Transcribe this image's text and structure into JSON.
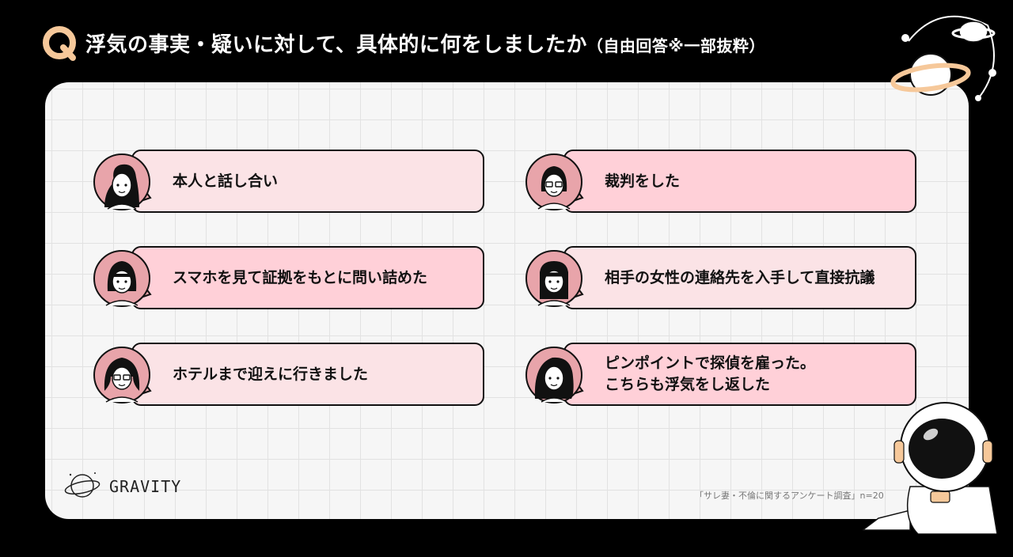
{
  "header": {
    "badge": "Q",
    "title": "浮気の事実・疑いに対して、具体的に何をしましたか",
    "subtitle": "（自由回答※一部抜粋）"
  },
  "answers": [
    {
      "lines": [
        "本人と話し合い"
      ]
    },
    {
      "lines": [
        "裁判をした"
      ]
    },
    {
      "lines": [
        "スマホを見て証拠をもとに問い詰めた"
      ]
    },
    {
      "lines": [
        "相手の女性の連絡先を入手して直接抗議"
      ]
    },
    {
      "lines": [
        "ホテルまで迎えに行きました"
      ]
    },
    {
      "lines": [
        "ピンポイントで探偵を雇った。",
        "こちらも浮気をし返した"
      ]
    }
  ],
  "brand": {
    "name": "GRAVITY"
  },
  "source": "「サレ妻・不倫に関するアンケート調査」n=20",
  "colors": {
    "accent": "#f6c89a",
    "bubble_light": "#fbe3e6",
    "bubble_dark": "#ffd0d8",
    "avatar_bg": "#e8a4aa",
    "panel": "#f6f6f6"
  },
  "icons": [
    "q-badge-icon",
    "woman-avatar-icon",
    "planet-logo-icon",
    "planet-icon",
    "astronaut-icon"
  ]
}
